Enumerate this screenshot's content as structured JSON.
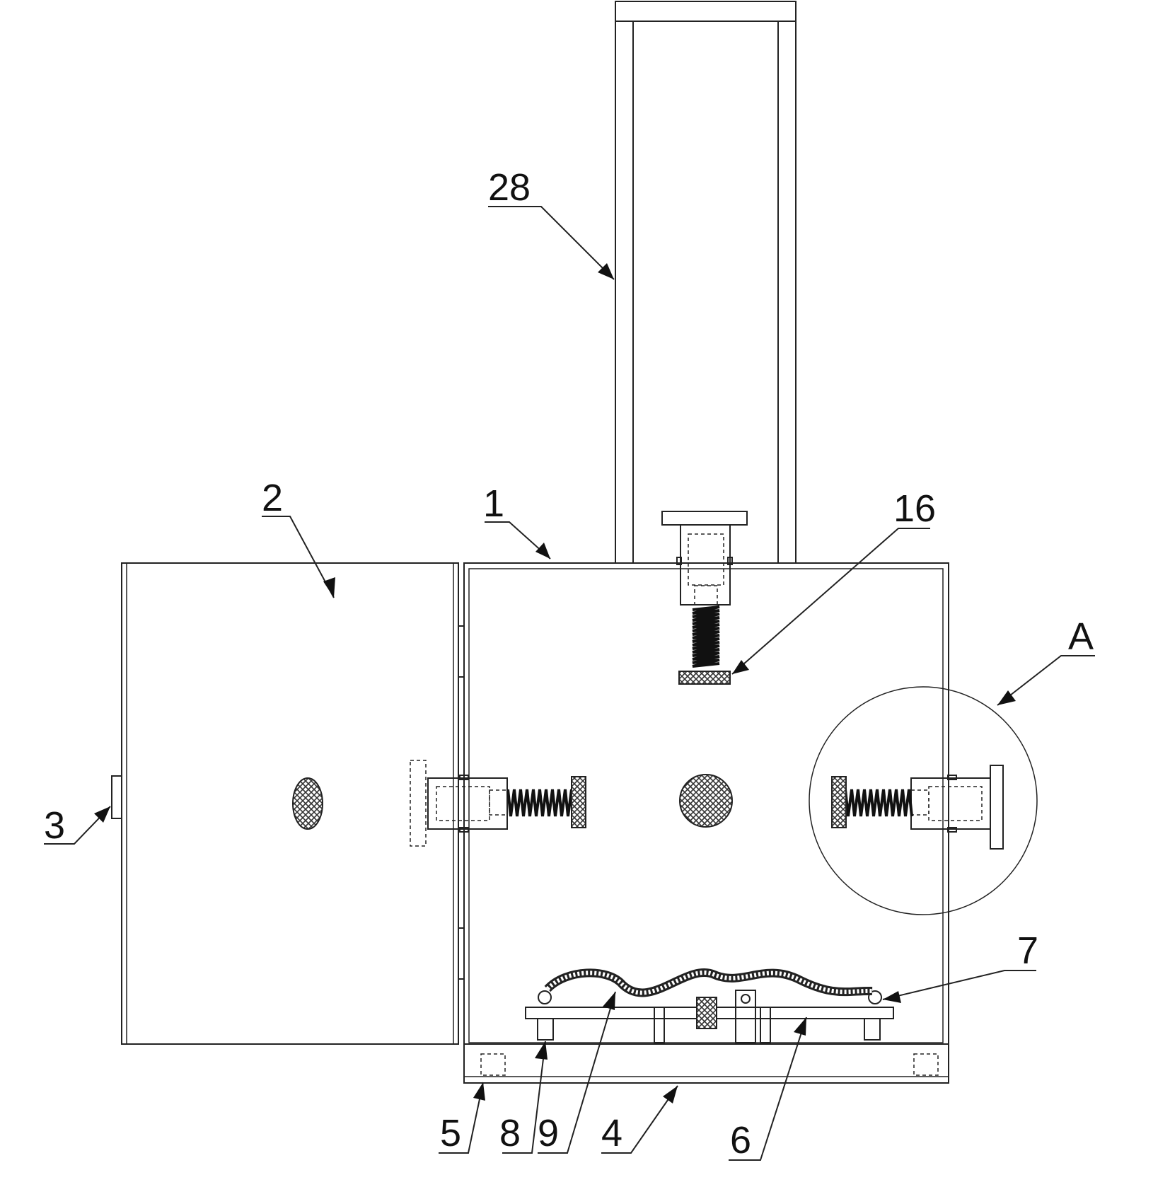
{
  "labels": {
    "frame_28": "28",
    "door_2": "2",
    "box_1": "1",
    "clamp_16": "16",
    "detail_A": "A",
    "handle_3": "3",
    "hook_7": "7",
    "foot_5": "5",
    "wheel_8": "8",
    "cord_9": "9",
    "base_4": "4",
    "plate_6": "6"
  }
}
